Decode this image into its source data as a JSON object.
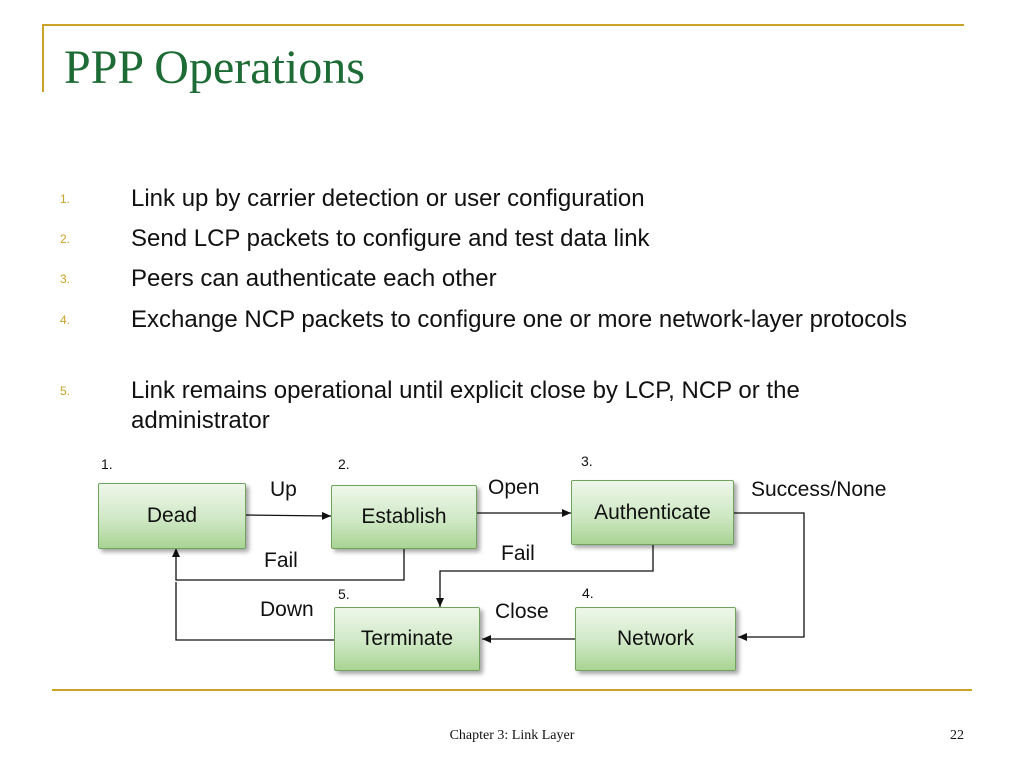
{
  "slide": {
    "title": "PPP Operations",
    "bullets": [
      {
        "num": "1.",
        "text": "Link up by carrier detection or user configuration"
      },
      {
        "num": "2.",
        "text": "Send LCP packets to configure and test data link"
      },
      {
        "num": "3.",
        "text": "Peers can authenticate each other"
      },
      {
        "num": "4.",
        "text": "Exchange NCP packets to configure one or more network-layer protocols"
      },
      {
        "num": "5.",
        "text": "Link remains operational until explicit close by LCP, NCP or the administrator"
      }
    ]
  },
  "diagram": {
    "states": {
      "dead": "Dead",
      "establish": "Establish",
      "authenticate": "Authenticate",
      "network": "Network",
      "terminate": "Terminate"
    },
    "step_numbers": {
      "dead": "1.",
      "establish": "2.",
      "authenticate": "3.",
      "network": "4.",
      "terminate": "5."
    },
    "transitions": {
      "up": "Up",
      "open": "Open",
      "success_none": "Success/None",
      "fail_establish": "Fail",
      "fail_authenticate": "Fail",
      "down": "Down",
      "close": "Close"
    }
  },
  "footer": {
    "chapter": "Chapter 3: Link Layer",
    "page": "22"
  },
  "colors": {
    "title": "#1d6b35",
    "accent_gold": "#c9a227",
    "node_border": "#6fa35d"
  }
}
